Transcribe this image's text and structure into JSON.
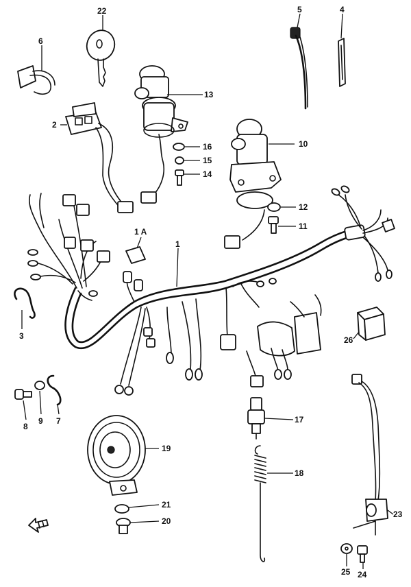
{
  "callouts": [
    {
      "id": "p1",
      "label": "1"
    },
    {
      "id": "p1a",
      "label": "1 A"
    },
    {
      "id": "p2",
      "label": "2"
    },
    {
      "id": "p3",
      "label": "3"
    },
    {
      "id": "p4",
      "label": "4"
    },
    {
      "id": "p5",
      "label": "5"
    },
    {
      "id": "p6",
      "label": "6"
    },
    {
      "id": "p7",
      "label": "7"
    },
    {
      "id": "p8",
      "label": "8"
    },
    {
      "id": "p9",
      "label": "9"
    },
    {
      "id": "p10",
      "label": "10"
    },
    {
      "id": "p11",
      "label": "11"
    },
    {
      "id": "p12",
      "label": "12"
    },
    {
      "id": "p13",
      "label": "13"
    },
    {
      "id": "p14",
      "label": "14"
    },
    {
      "id": "p15",
      "label": "15"
    },
    {
      "id": "p16",
      "label": "16"
    },
    {
      "id": "p17",
      "label": "17"
    },
    {
      "id": "p18",
      "label": "18"
    },
    {
      "id": "p19",
      "label": "19"
    },
    {
      "id": "p20",
      "label": "20"
    },
    {
      "id": "p21",
      "label": "21"
    },
    {
      "id": "p22",
      "label": "22"
    },
    {
      "id": "p23",
      "label": "23"
    },
    {
      "id": "p24",
      "label": "24"
    },
    {
      "id": "p25",
      "label": "25"
    },
    {
      "id": "p26",
      "label": "26"
    }
  ],
  "front_marker": {
    "icon": "front-direction-arrow-icon"
  }
}
